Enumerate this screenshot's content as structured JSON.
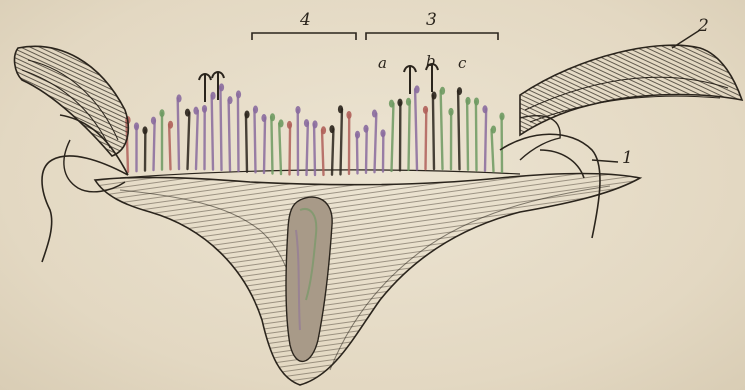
{
  "figure": {
    "labels": {
      "bracket_left": "4",
      "bracket_right": "3",
      "pointer_top_right": "2",
      "pointer_right": "1",
      "hair_a": "a",
      "hair_b": "b",
      "hair_c": "c"
    }
  },
  "colors": {
    "paper": "#e6dcc8",
    "ink": "#2a241c",
    "tint_green": "#6e9a62",
    "tint_purple": "#8a6c9e",
    "tint_red": "#b0605a"
  }
}
